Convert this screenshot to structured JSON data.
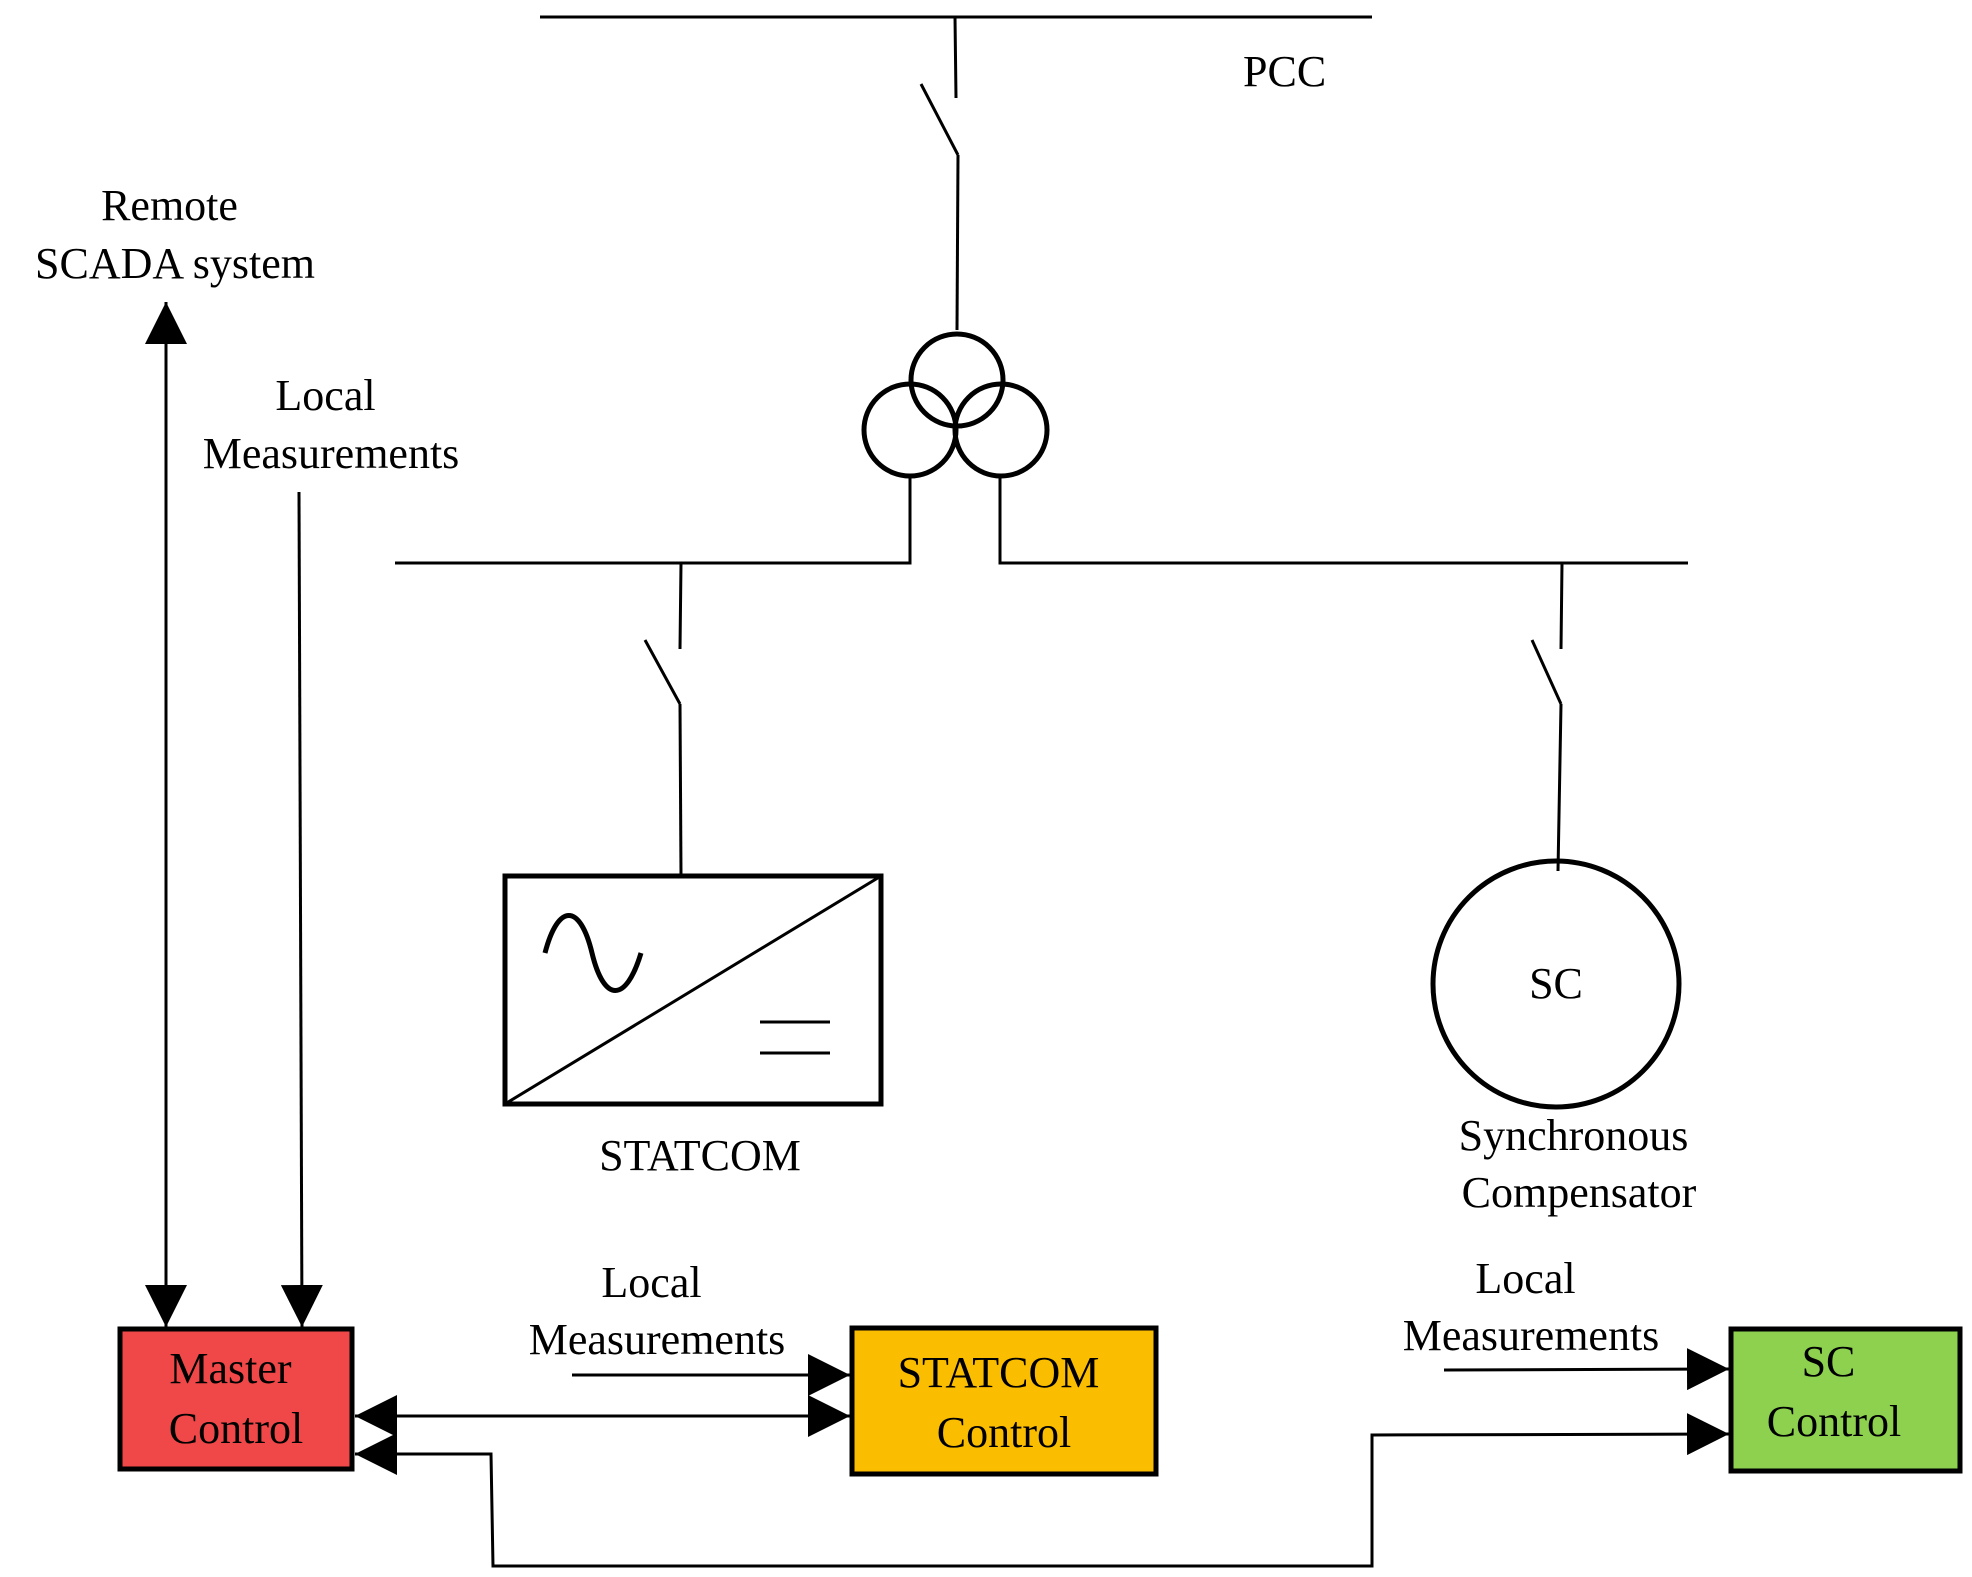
{
  "labels": {
    "pcc": "PCC",
    "remote_scada": [
      "Remote",
      "SCADA system"
    ],
    "local_meas_top": [
      "Local",
      "Measurements"
    ],
    "local_meas_statcom": [
      "Local",
      "Measurements"
    ],
    "local_meas_sc": [
      "Local",
      "Measurements"
    ],
    "statcom": "STATCOM",
    "sc_symbol": "SC",
    "sync_comp": [
      "Synchronous",
      "Compensator"
    ]
  },
  "blocks": {
    "master": {
      "lines": [
        "Master",
        "Control"
      ],
      "color": "#f04848"
    },
    "statcom_ctrl": {
      "lines": [
        "STATCOM",
        "Control"
      ],
      "color": "#fbbd00"
    },
    "sc_ctrl": {
      "lines": [
        "SC",
        "Control"
      ],
      "color": "#8dd14f"
    }
  }
}
